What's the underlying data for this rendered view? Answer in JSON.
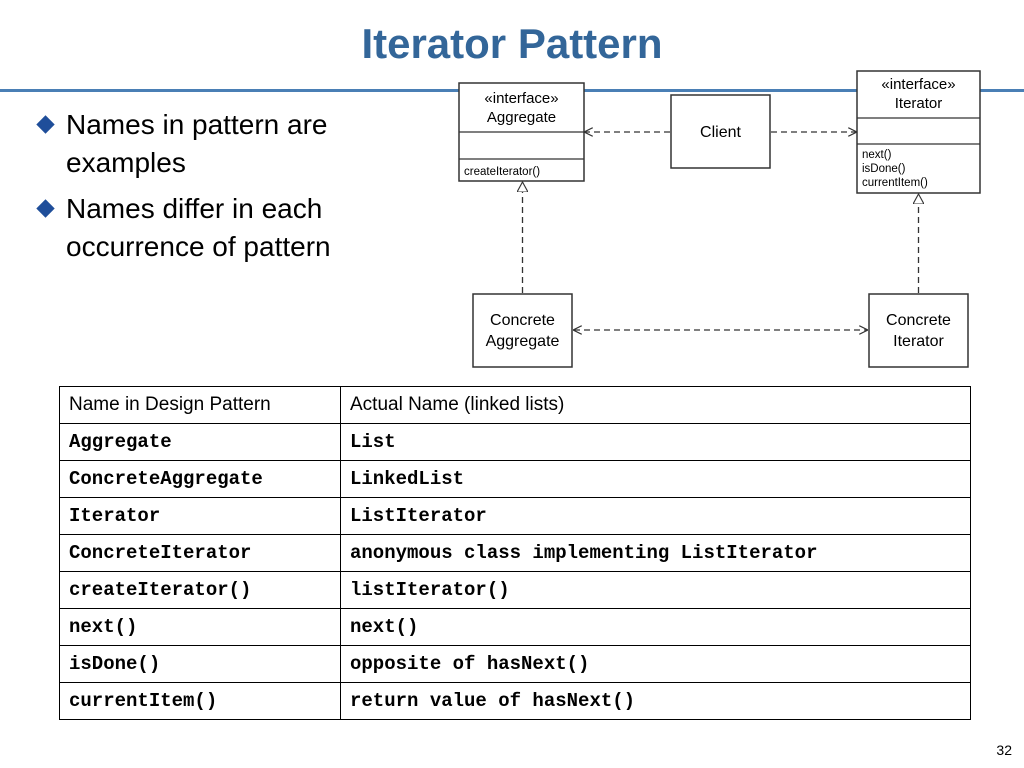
{
  "slide": {
    "title": "Iterator Pattern",
    "page_number": "32",
    "bullets": [
      "Names in pattern are examples",
      "Names differ in each occurrence of pattern"
    ]
  },
  "colors": {
    "title": "#336699",
    "rule": "#4a7fb5",
    "bullet": "#1f4e9a",
    "diagram_line": "#333333"
  },
  "diagram": {
    "aggregate": {
      "stereotype": "«interface»",
      "name": "Aggregate",
      "operations": [
        "createIterator()"
      ]
    },
    "iterator": {
      "stereotype": "«interface»",
      "name": "Iterator",
      "operations": [
        "next()",
        "isDone()",
        "currentItem()"
      ]
    },
    "client": {
      "name": "Client"
    },
    "concrete_aggregate": {
      "line1": "Concrete",
      "line2": "Aggregate"
    },
    "concrete_iterator": {
      "line1": "Concrete",
      "line2": "Iterator"
    }
  },
  "table": {
    "headers": [
      "Name in Design Pattern",
      "Actual Name (linked lists)"
    ],
    "rows": [
      [
        "Aggregate",
        "List"
      ],
      [
        "ConcreteAggregate",
        "LinkedList"
      ],
      [
        "Iterator",
        "ListIterator"
      ],
      [
        "ConcreteIterator",
        "anonymous class implementing ListIterator"
      ],
      [
        "createIterator()",
        "listIterator()"
      ],
      [
        "next()",
        "next()"
      ],
      [
        "isDone()",
        "opposite of hasNext()"
      ],
      [
        "currentItem()",
        "return value of hasNext()"
      ]
    ]
  }
}
